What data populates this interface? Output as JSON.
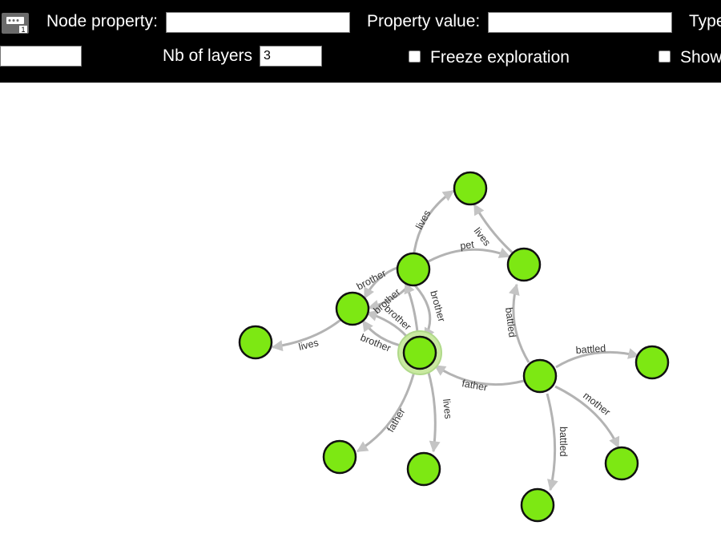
{
  "toolbar": {
    "node_property_label": "Node property:",
    "node_property_value": "",
    "property_value_label": "Property value:",
    "property_value_value": "",
    "type_label": "Type",
    "nb_layers_label": "Nb of layers",
    "nb_layers_value": "3",
    "freeze_label": "Freeze exploration",
    "freeze_checked": false,
    "show_label": "Show",
    "show_checked": false,
    "icon": "graph-export-icon"
  },
  "colors": {
    "toolbar_bg": "#000000",
    "node_fill": "#7de813",
    "node_stroke": "#111111",
    "edge": "#b3b3b3",
    "arrow": "#c4c4c4",
    "highlight": "#c9e9a0"
  },
  "graph": {
    "edge_labels": {
      "lives_top": "lives",
      "pet": "pet",
      "lives_right": "lives",
      "brother_1": "brother",
      "brother_2": "brother",
      "brother_3": "brother",
      "brother_4": "brother",
      "brother_5": "brother",
      "lives_left": "lives",
      "battled_up": "battled",
      "battled_right": "battled",
      "father_mid": "father",
      "mother": "mother",
      "battled_down": "battled",
      "father_left": "father",
      "lives_down": "lives"
    }
  }
}
